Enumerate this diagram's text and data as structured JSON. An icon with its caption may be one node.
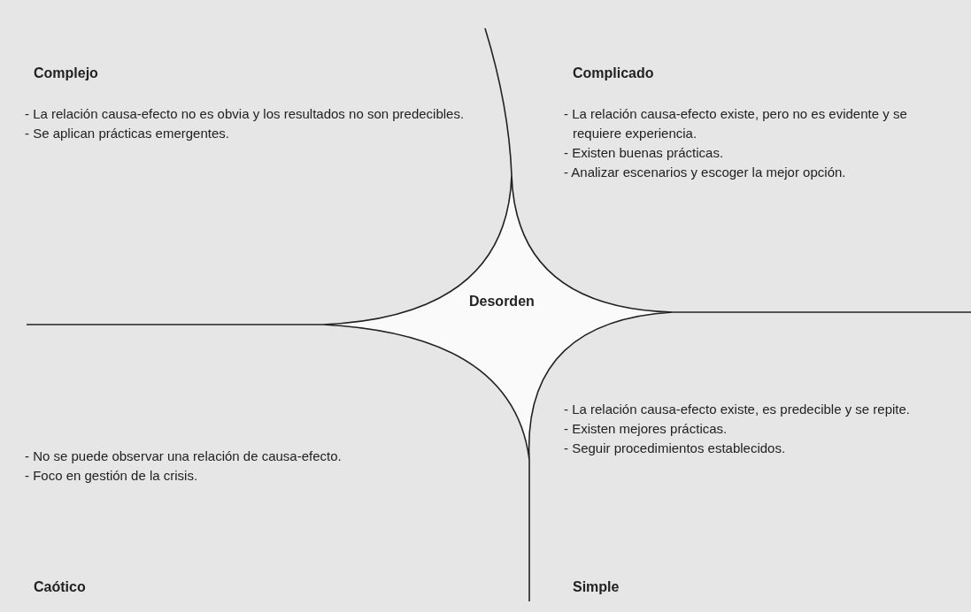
{
  "diagram": {
    "nodes": [
      {
        "text": [
          "Complejo",
          "- La relación causa-efecto no es obvia y los resultados no son predecibles.",
          "- Se aplican prácticas emergentes."
        ]
      },
      {
        "text": [
          "Complicado",
          "- La relación causa-efecto existe, pero no es evidente y se requiere experiencia.",
          "- Existen buenas prácticas.",
          "- Analizar escenarios y escoger la mejor opción."
        ]
      },
      {
        "text": [
          "Desorden"
        ]
      },
      {
        "text": [
          "- No se puede observar una relación de causa-efecto.",
          "- Foco en gestión de la crisis.",
          "Caótico"
        ]
      },
      {
        "text": [
          "- La relación causa-efecto existe, es predecible y se repite.",
          "- Existen mejores prácticas.",
          "- Seguir procedimientos establecidos.",
          "Simple"
        ]
      }
    ]
  }
}
